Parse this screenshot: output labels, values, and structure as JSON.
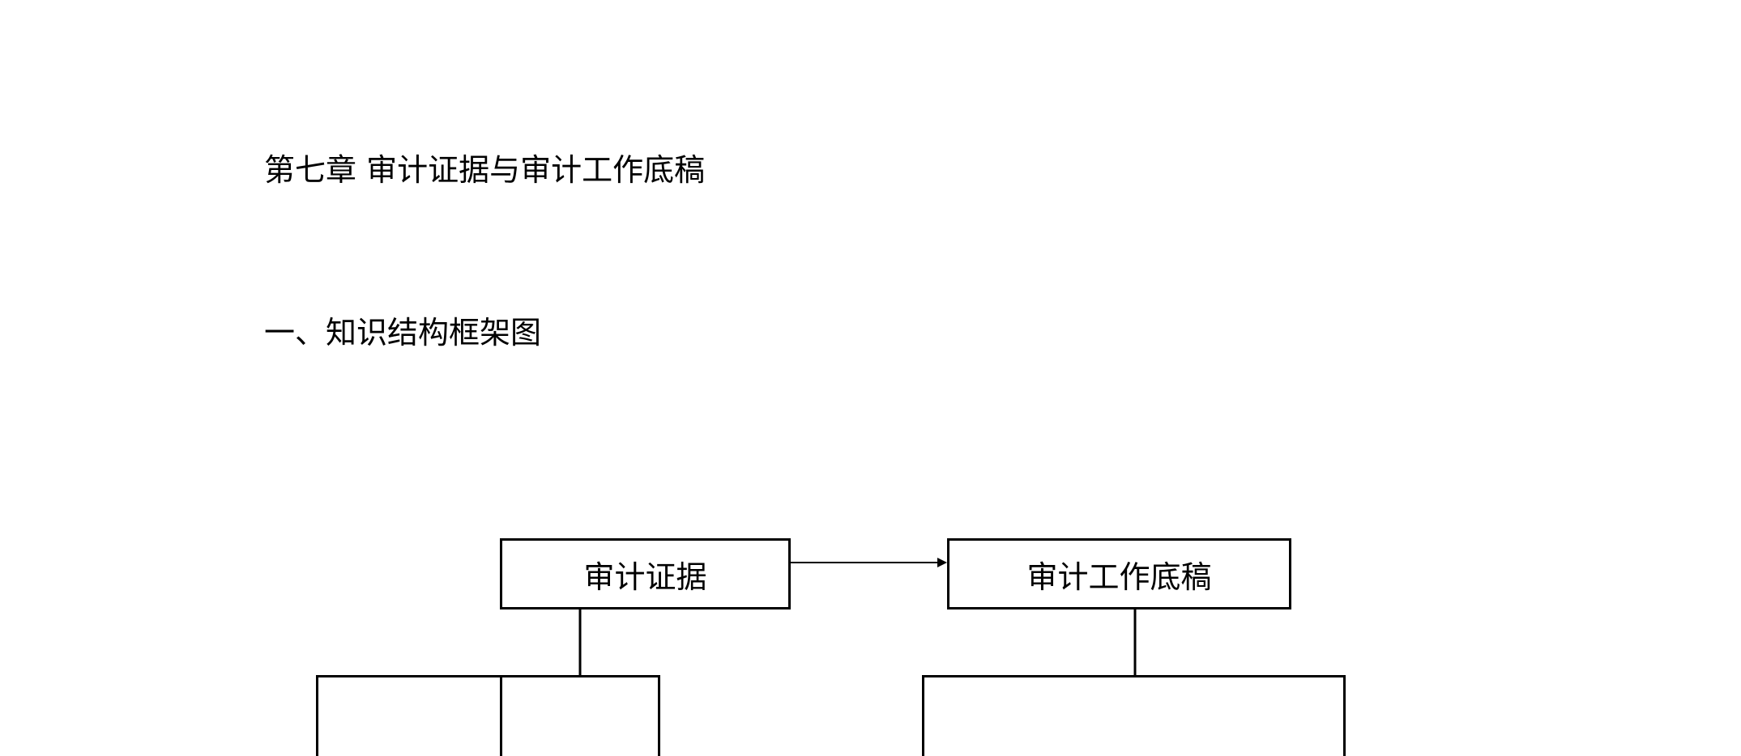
{
  "document": {
    "chapter_title": "第七章 审计证据与审计工作底稿",
    "section_title": "一、知识结构框架图"
  },
  "diagram": {
    "nodes": {
      "evidence": "审计证据",
      "workpaper": "审计工作底稿",
      "evidence_sub_a": "",
      "evidence_sub_b": "",
      "workpaper_sub": ""
    },
    "edges": [
      {
        "from": "evidence",
        "to": "workpaper",
        "type": "arrow"
      },
      {
        "from": "evidence",
        "to": "evidence_sub_a",
        "type": "line"
      },
      {
        "from": "workpaper",
        "to": "workpaper_sub",
        "type": "line"
      }
    ],
    "colors": {
      "stroke": "#000000",
      "background": "#ffffff"
    }
  }
}
